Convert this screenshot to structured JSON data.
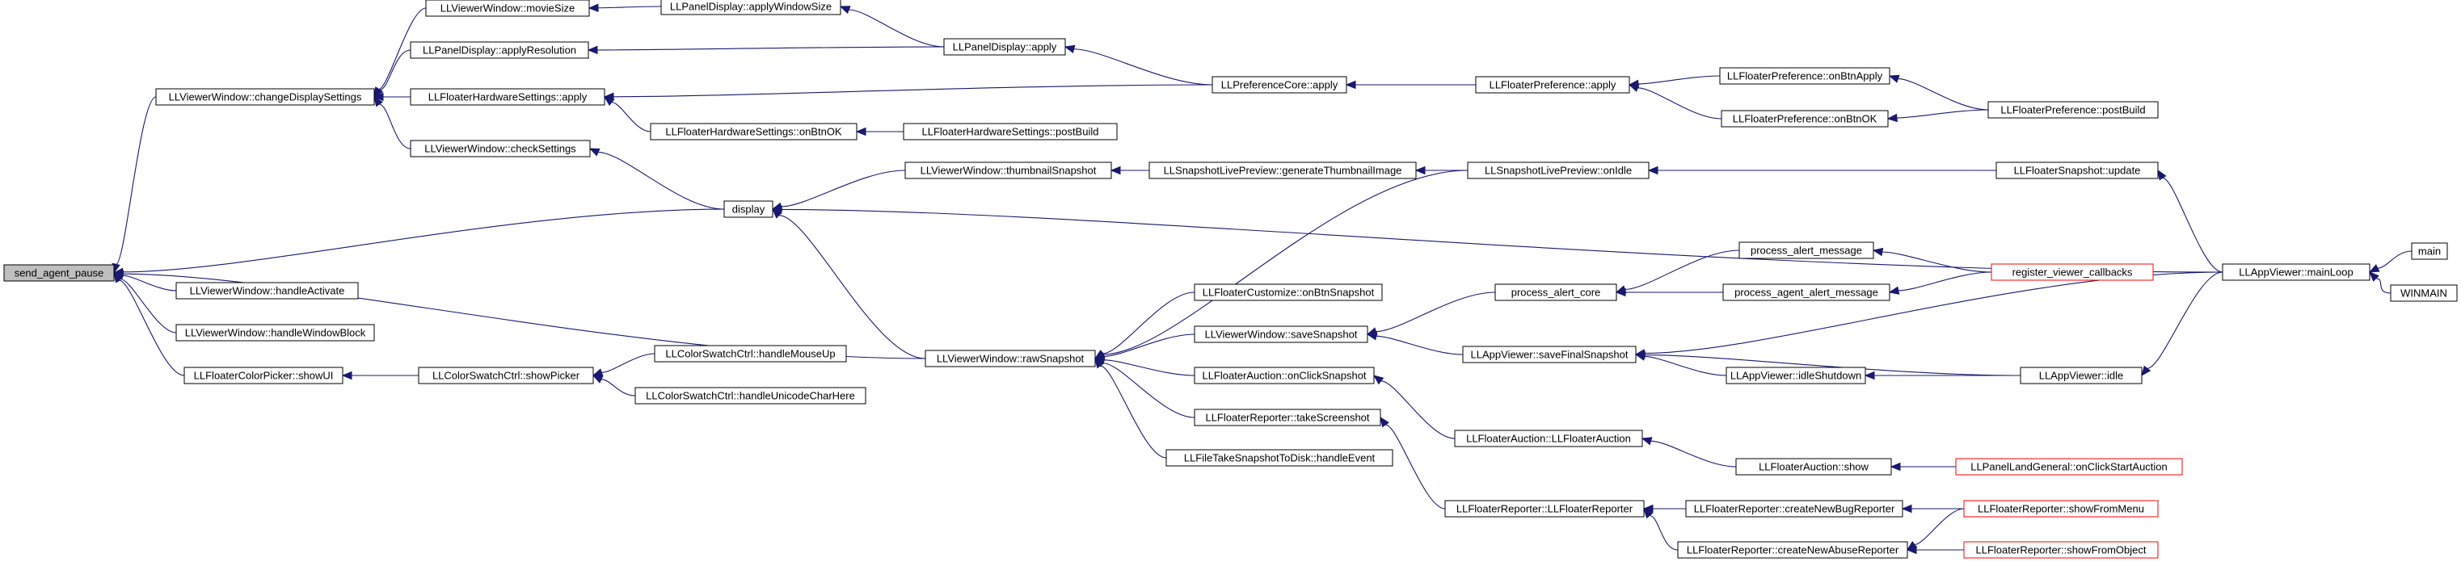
{
  "colors": {
    "edge": "#191970",
    "node_border": "#000000",
    "truncated_node_border": "#ff0000",
    "root_fill": "#bfbfbf",
    "node_fill": "#ffffff"
  },
  "nodes": {
    "send_agent_pause": "send_agent_pause",
    "vw_changeDisplaySettings": "LLViewerWindow::changeDisplaySettings",
    "vw_movieSize": "LLViewerWindow::movieSize",
    "pd_applyWindowSize": "LLPanelDisplay::applyWindowSize",
    "pd_applyResolution": "LLPanelDisplay::applyResolution",
    "pd_apply": "LLPanelDisplay::apply",
    "fhs_apply": "LLFloaterHardwareSettings::apply",
    "prefcore_apply": "LLPreferenceCore::apply",
    "fp_apply": "LLFloaterPreference::apply",
    "fp_onBtnApply": "LLFloaterPreference::onBtnApply",
    "fp_onBtnOK": "LLFloaterPreference::onBtnOK",
    "fp_postBuild": "LLFloaterPreference::postBuild",
    "fhs_onBtnOK": "LLFloaterHardwareSettings::onBtnOK",
    "fhs_postBuild": "LLFloaterHardwareSettings::postBuild",
    "vw_checkSettings": "LLViewerWindow::checkSettings",
    "display": "display",
    "vw_thumbnailSnapshot": "LLViewerWindow::thumbnailSnapshot",
    "slp_generateThumbnailImage": "LLSnapshotLivePreview::generateThumbnailImage",
    "slp_onIdle": "LLSnapshotLivePreview::onIdle",
    "fs_update": "LLFloaterSnapshot::update",
    "vw_handleActivate": "LLViewerWindow::handleActivate",
    "vw_handleWindowBlock": "LLViewerWindow::handleWindowBlock",
    "fcp_showUI": "LLFloaterColorPicker::showUI",
    "csc_showPicker": "LLColorSwatchCtrl::showPicker",
    "csc_handleMouseUp": "LLColorSwatchCtrl::handleMouseUp",
    "csc_handleUnicodeCharHere": "LLColorSwatchCtrl::handleUnicodeCharHere",
    "vw_rawSnapshot": "LLViewerWindow::rawSnapshot",
    "fcust_onBtnSnapshot": "LLFloaterCustomize::onBtnSnapshot",
    "vw_saveSnapshot": "LLViewerWindow::saveSnapshot",
    "fa_onClickSnapshot": "LLFloaterAuction::onClickSnapshot",
    "fr_takeScreenshot": "LLFloaterReporter::takeScreenshot",
    "ftstd_handleEvent": "LLFileTakeSnapshotToDisk::handleEvent",
    "process_alert_core": "process_alert_core",
    "process_alert_message": "process_alert_message",
    "process_agent_alert_message": "process_agent_alert_message",
    "register_viewer_callbacks": "register_viewer_callbacks",
    "av_saveFinalSnapshot": "LLAppViewer::saveFinalSnapshot",
    "av_idleShutdown": "LLAppViewer::idleShutdown",
    "av_idle": "LLAppViewer::idle",
    "av_mainLoop": "LLAppViewer::mainLoop",
    "main": "main",
    "winmain": "WINMAIN",
    "fa_LLFloaterAuction": "LLFloaterAuction::LLFloaterAuction",
    "fa_show": "LLFloaterAuction::show",
    "plg_onClickStartAuction": "LLPanelLandGeneral::onClickStartAuction",
    "fr_LLFloaterReporter": "LLFloaterReporter::LLFloaterReporter",
    "fr_createNewBugReporter": "LLFloaterReporter::createNewBugReporter",
    "fr_createNewAbuseReporter": "LLFloaterReporter::createNewAbuseReporter",
    "fr_showFromMenu": "LLFloaterReporter::showFromMenu",
    "fr_showFromObject": "LLFloaterReporter::showFromObject"
  }
}
